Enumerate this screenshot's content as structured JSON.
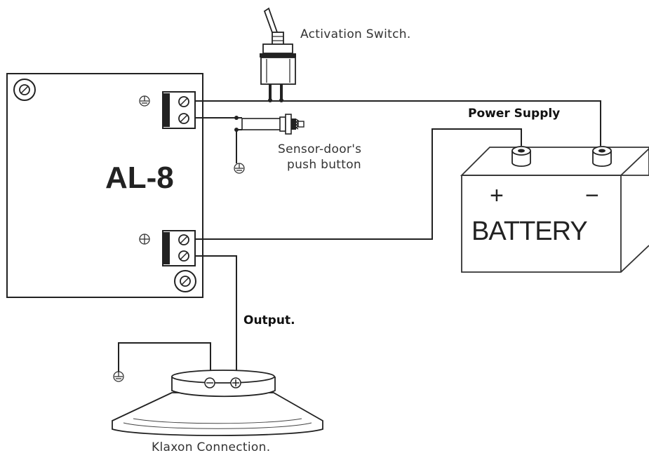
{
  "device": {
    "name": "AL-8"
  },
  "labels": {
    "activation_switch": "Activation Switch.",
    "power_supply": "Power Supply",
    "sensor_door_line1": "Sensor-door's",
    "sensor_door_line2": "push button",
    "battery": "BATTERY",
    "plus": "+",
    "minus": "−",
    "output": "Output.",
    "klaxon": "Klaxon Connection."
  }
}
